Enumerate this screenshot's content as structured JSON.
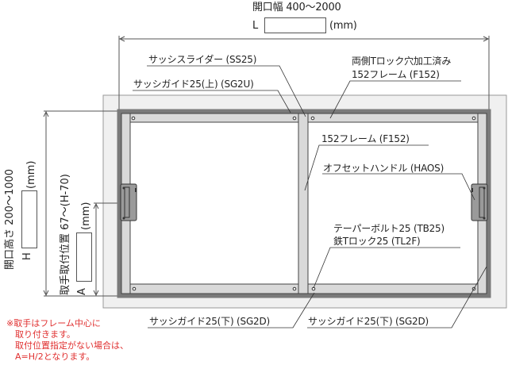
{
  "dimensions": {
    "width": {
      "label": "開口幅 400〜2000",
      "var": "L",
      "unit": "(mm)",
      "value": ""
    },
    "height": {
      "label": "開口高さ 200〜1000",
      "var": "H",
      "unit": "(mm)",
      "value": ""
    },
    "handle_position": {
      "label": "取手取付位置 67〜(H-70)",
      "var": "A",
      "unit": "(mm)",
      "value": ""
    }
  },
  "callouts": {
    "sash_slider": "サッシスライダー (SS25)",
    "sash_guide_top": "サッシガイド25(上) (SG2U)",
    "frame_top_line1": "両側Tロック穴加工済み",
    "frame_top_line2": "152フレーム (F152)",
    "frame_mid": "152フレーム (F152)",
    "offset_handle": "オフセットハンドル (HAOS)",
    "taper_bolt": "テーパーボルト25 (TB25)",
    "t_lock": "鉄Tロック25 (TL2F)",
    "sash_guide_bottom_left": "サッシガイド25(下) (SG2D)",
    "sash_guide_bottom_right": "サッシガイド25(下) (SG2D)"
  },
  "note": {
    "lines": [
      "※取手はフレーム中心に",
      "　取り付きます。",
      "　取付位置指定がない場合は、",
      "　A=H/2となります。"
    ],
    "color": "#e03030"
  },
  "colors": {
    "frame_fill": "#d9d9d9",
    "frame_dark": "#7a7a7a",
    "opening_bg": "#f0f0f0",
    "line": "#555555"
  }
}
